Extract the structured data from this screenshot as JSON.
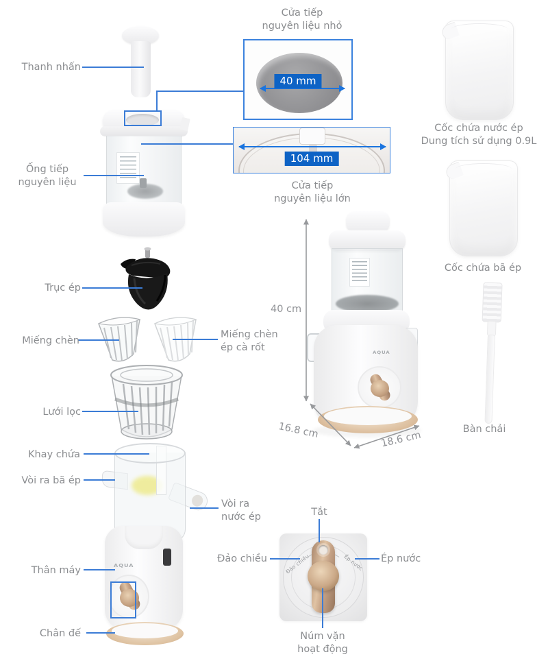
{
  "brand": "AQUA",
  "colors": {
    "label_text": "#8b8d90",
    "leader_line": "#3b7cd6",
    "measure_badge_bg": "#0e63c5",
    "measure_badge_text": "#ffffff",
    "accent_rose_gold": "#c9a183"
  },
  "parts_left": {
    "plunger": "Thanh nhấn",
    "feed_tube_lines": [
      "Ống tiếp",
      "nguyên liệu"
    ],
    "press_screw": "Trục ép",
    "insert": "Miếng chèn",
    "strainer": "Lưới lọc",
    "tray": "Khay chứa",
    "pulp_outlet": "Vòi ra bã ép",
    "body": "Thân máy",
    "base": "Chân đế"
  },
  "parts_mid": {
    "carrot_insert_lines": [
      "Miếng chèn",
      "ép cà rốt"
    ],
    "juice_outlet_lines": [
      "Vòi ra",
      "nước ép"
    ]
  },
  "chutes": {
    "small_label_lines": [
      "Cửa tiếp",
      "nguyên liệu nhỏ"
    ],
    "small_measure": "40 mm",
    "large_label_lines": [
      "Cửa tiếp",
      "nguyên liệu lớn"
    ],
    "large_measure": "104 mm"
  },
  "accessories": {
    "juice_cup": "Cốc chứa nước ép",
    "juice_cup_capacity": "Dung tích sử dụng 0.9L",
    "pulp_cup": "Cốc chứa bã ép",
    "brush": "Bàn chải"
  },
  "dimensions": {
    "height": "40 cm",
    "depth": "16.8 cm",
    "width": "18.6 cm"
  },
  "knob": {
    "off": "Tắt",
    "reverse": "Đảo chiều",
    "juice": "Ép nước",
    "label_lines": [
      "Núm vặn",
      "hoạt động"
    ],
    "dial_left": "Đảo chiều",
    "dial_right": "Ép nước"
  }
}
